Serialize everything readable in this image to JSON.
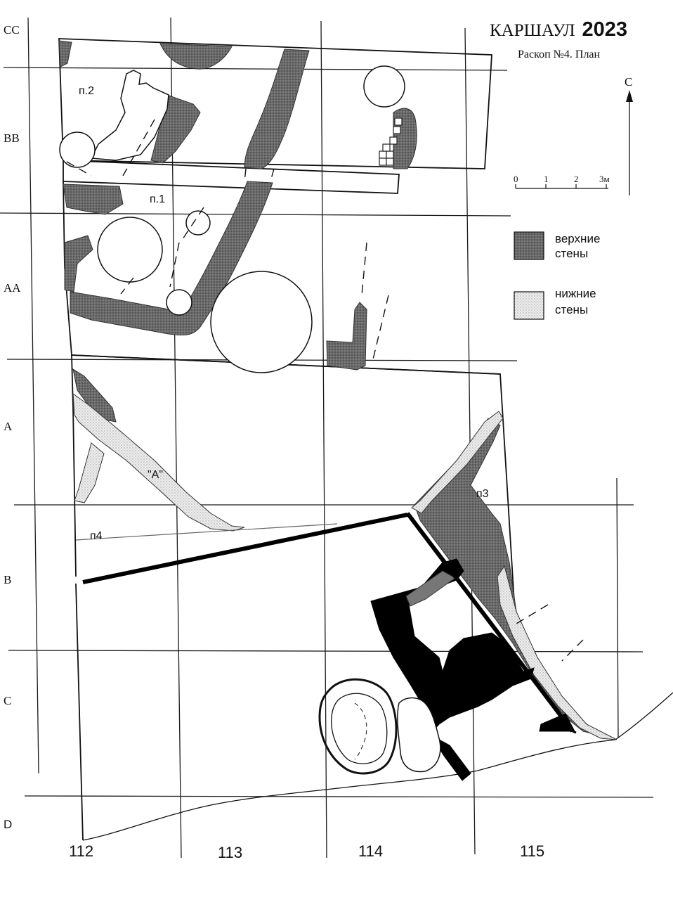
{
  "title": {
    "site": "КАРШАУЛ",
    "year": "2023",
    "subtitle": "Раскоп №4. План"
  },
  "north_arrow": {
    "label": "С"
  },
  "scale_bar": {
    "ticks": [
      "0",
      "1",
      "2",
      "3м"
    ]
  },
  "legend": {
    "upper_walls": {
      "line1": "верхние",
      "line2": "стены",
      "color": "#6e6e6e"
    },
    "lower_walls": {
      "line1": "нижние",
      "line2": "стены",
      "color": "#e6e6e6"
    }
  },
  "row_labels": [
    "СС",
    "ВВ",
    "АА",
    "A",
    "B",
    "C",
    "D"
  ],
  "column_labels": [
    "112",
    "113",
    "114",
    "115"
  ],
  "room_labels": {
    "p2": "п.2",
    "p1": "п.1",
    "p3": "п3",
    "p4": "п4",
    "a": "\"А\""
  },
  "colors": {
    "upper_wall": "#6e6e6e",
    "lower_wall": "#e4e4e4",
    "black_wall": "#000000",
    "line": "#1a1a1a"
  }
}
